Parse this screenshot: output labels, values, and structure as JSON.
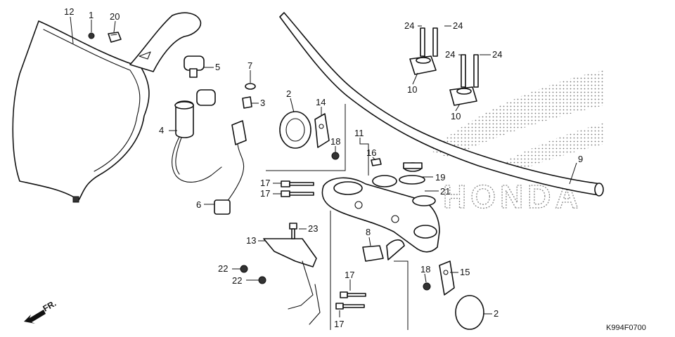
{
  "diagram": {
    "drawing_code": "K994F0700",
    "front_marker": "FR.",
    "logo_word": "HONDA",
    "callouts": {
      "c1": "1",
      "c2a": "2",
      "c2b": "2",
      "c3": "3",
      "c4": "4",
      "c5": "5",
      "c6": "6",
      "c7": "7",
      "c8": "8",
      "c9": "9",
      "c10a": "10",
      "c10b": "10",
      "c11": "11",
      "c12": "12",
      "c13": "13",
      "c14": "14",
      "c15": "15",
      "c16": "16",
      "c17a": "17",
      "c17b": "17",
      "c17c": "17",
      "c17d": "17",
      "c18a": "18",
      "c18b": "18",
      "c19": "19",
      "c20": "20",
      "c21": "21",
      "c22a": "22",
      "c22b": "22",
      "c23": "23",
      "c24a": "24",
      "c24b": "24",
      "c24c": "24",
      "c24d": "24"
    }
  }
}
